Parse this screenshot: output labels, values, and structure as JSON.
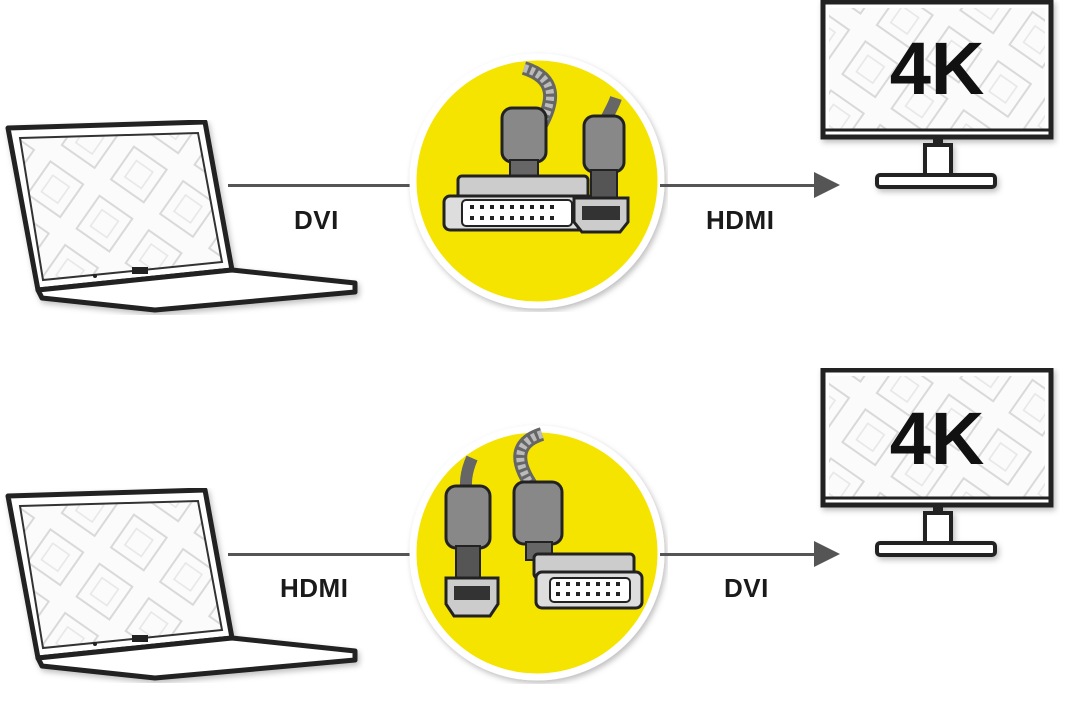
{
  "colors": {
    "accent": "#F5E400",
    "line": "#555555"
  },
  "rows": [
    {
      "input_label": "DVI",
      "output_label": "HDMI",
      "monitor_text": "4K",
      "connectors": [
        "dvi-connector",
        "hdmi-connector"
      ]
    },
    {
      "input_label": "HDMI",
      "output_label": "DVI",
      "monitor_text": "4K",
      "connectors": [
        "hdmi-connector",
        "dvi-connector"
      ]
    }
  ]
}
